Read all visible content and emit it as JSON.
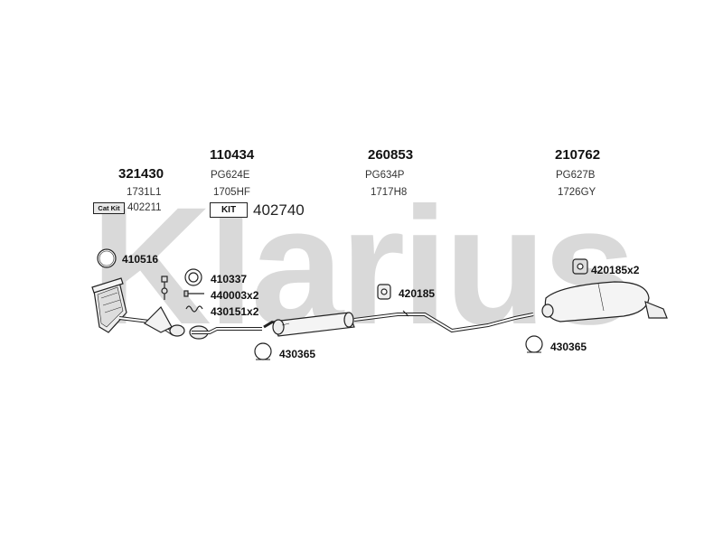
{
  "watermark": {
    "brand": "Klarius",
    "color": "#d9d9d9"
  },
  "sections": [
    {
      "part_number": "321430",
      "code": "1731L1"
    },
    {
      "part_number": "110434",
      "code": "PG624E",
      "code2": "1705HF"
    },
    {
      "part_number": "260853",
      "code": "PG634P",
      "code2": "1717H8"
    },
    {
      "part_number": "210762",
      "code": "PG627B",
      "code2": "1726GY"
    }
  ],
  "cat_kit": {
    "badge": "Cat Kit",
    "number": "402211"
  },
  "kit": {
    "badge": "KIT",
    "number": "402740"
  },
  "fitting_labels": {
    "clamp_410516": "410516",
    "gasket_410337": "410337",
    "bolt_440003": "440003x2",
    "spring_430151": "430151x2",
    "clamp_430365_a": "430365",
    "mount_420185": "420185",
    "mount_420185x2": "420185x2",
    "clamp_430365_b": "430365"
  }
}
